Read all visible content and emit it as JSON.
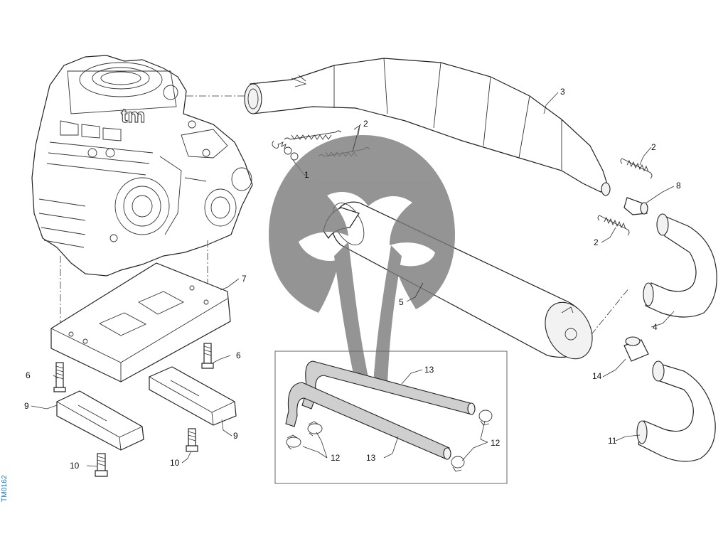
{
  "drawing_code": "TM0162",
  "callouts": {
    "c1": "1",
    "c2a": "2",
    "c2b": "2",
    "c2c": "2",
    "c3": "3",
    "c4": "4",
    "c5": "5",
    "c6a": "6",
    "c6b": "6",
    "c7": "7",
    "c8": "8",
    "c9a": "9",
    "c9b": "9",
    "c10a": "10",
    "c10b": "10",
    "c11": "11",
    "c12a": "12",
    "c12b": "12",
    "c13a": "13",
    "c13b": "13",
    "c14": "14"
  },
  "watermark": {
    "color": "#7a7a7a",
    "opacity": 0.8
  },
  "engine_logo": "tm"
}
